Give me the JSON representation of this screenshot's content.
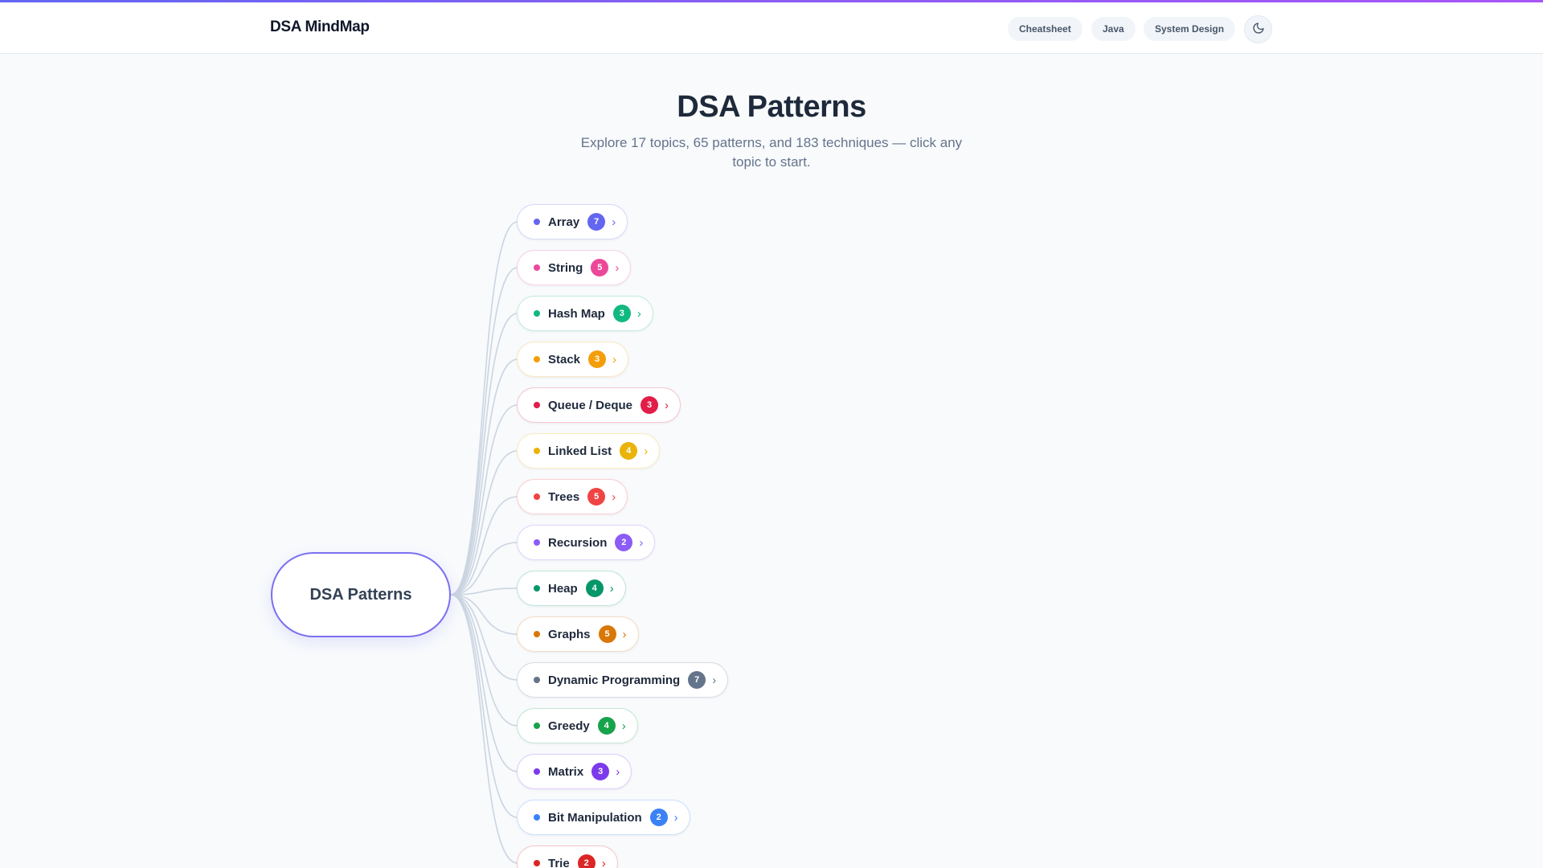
{
  "app": {
    "brand": "DSA MindMap"
  },
  "nav": {
    "links": [
      {
        "label": "Cheatsheet"
      },
      {
        "label": "Java"
      },
      {
        "label": "System Design"
      }
    ],
    "theme_toggle_icon": "moon-icon"
  },
  "hero": {
    "title": "DSA Patterns",
    "subtitle": "Explore 17 topics, 65 patterns, and 183 techniques — click any topic to start."
  },
  "mindmap": {
    "root": "DSA Patterns",
    "topics": [
      {
        "label": "Array",
        "count": "7",
        "color": "#6366f1"
      },
      {
        "label": "String",
        "count": "5",
        "color": "#ec4899"
      },
      {
        "label": "Hash Map",
        "count": "3",
        "color": "#10b981"
      },
      {
        "label": "Stack",
        "count": "3",
        "color": "#f59e0b"
      },
      {
        "label": "Queue / Deque",
        "count": "3",
        "color": "#e11d48"
      },
      {
        "label": "Linked List",
        "count": "4",
        "color": "#eab308"
      },
      {
        "label": "Trees",
        "count": "5",
        "color": "#ef4444"
      },
      {
        "label": "Recursion",
        "count": "2",
        "color": "#8b5cf6"
      },
      {
        "label": "Heap",
        "count": "4",
        "color": "#059669"
      },
      {
        "label": "Graphs",
        "count": "5",
        "color": "#d97706"
      },
      {
        "label": "Dynamic Programming",
        "count": "7",
        "color": "#64748b"
      },
      {
        "label": "Greedy",
        "count": "4",
        "color": "#16a34a"
      },
      {
        "label": "Matrix",
        "count": "3",
        "color": "#7c3aed"
      },
      {
        "label": "Bit Manipulation",
        "count": "2",
        "color": "#3b82f6"
      },
      {
        "label": "Trie",
        "count": "2",
        "color": "#dc2626"
      }
    ]
  }
}
